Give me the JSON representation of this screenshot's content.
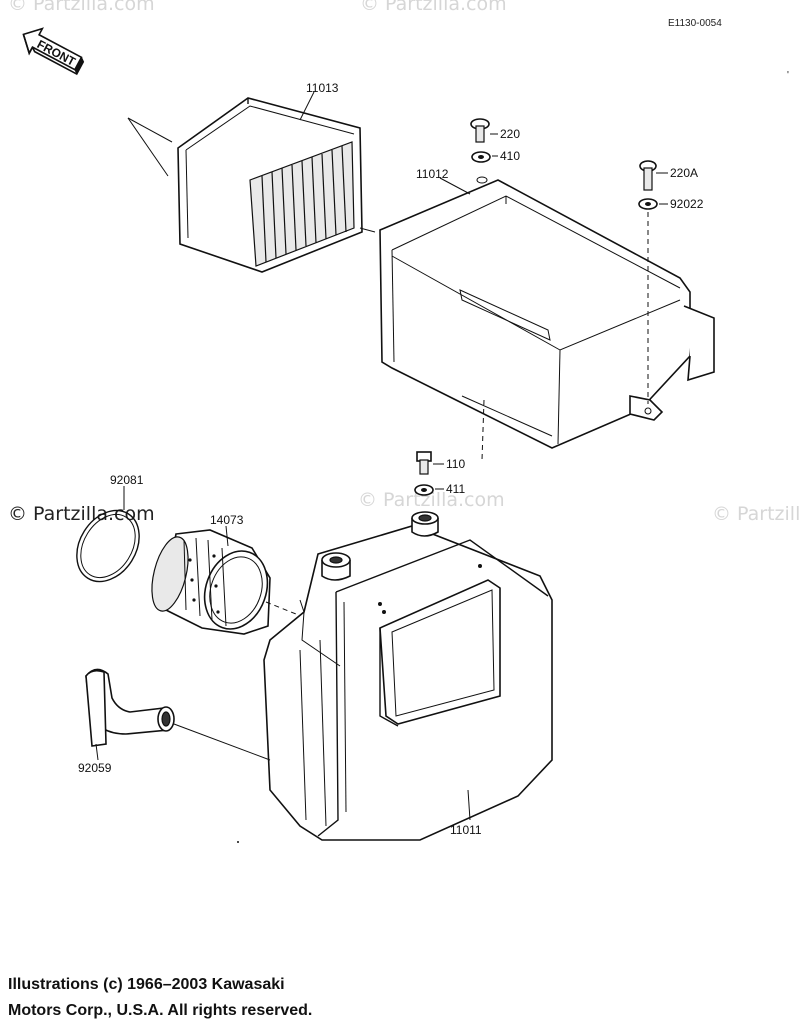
{
  "diagram_code": "E1130-0054",
  "front_badge": "FRONT",
  "watermark": "© Partzilla.com",
  "callouts": {
    "p11013": "11013",
    "p220": "220",
    "p410": "410",
    "p11012": "11012",
    "p220A": "220A",
    "p92022": "92022",
    "p110": "110",
    "p411": "411",
    "p92081": "92081",
    "p14073": "14073",
    "p92059": "92059",
    "p11011": "11011"
  },
  "copyright": {
    "line1": "Illustrations (c) 1966–2003 Kawasaki",
    "line2": "Motors Corp., U.S.A.  All rights reserved."
  }
}
